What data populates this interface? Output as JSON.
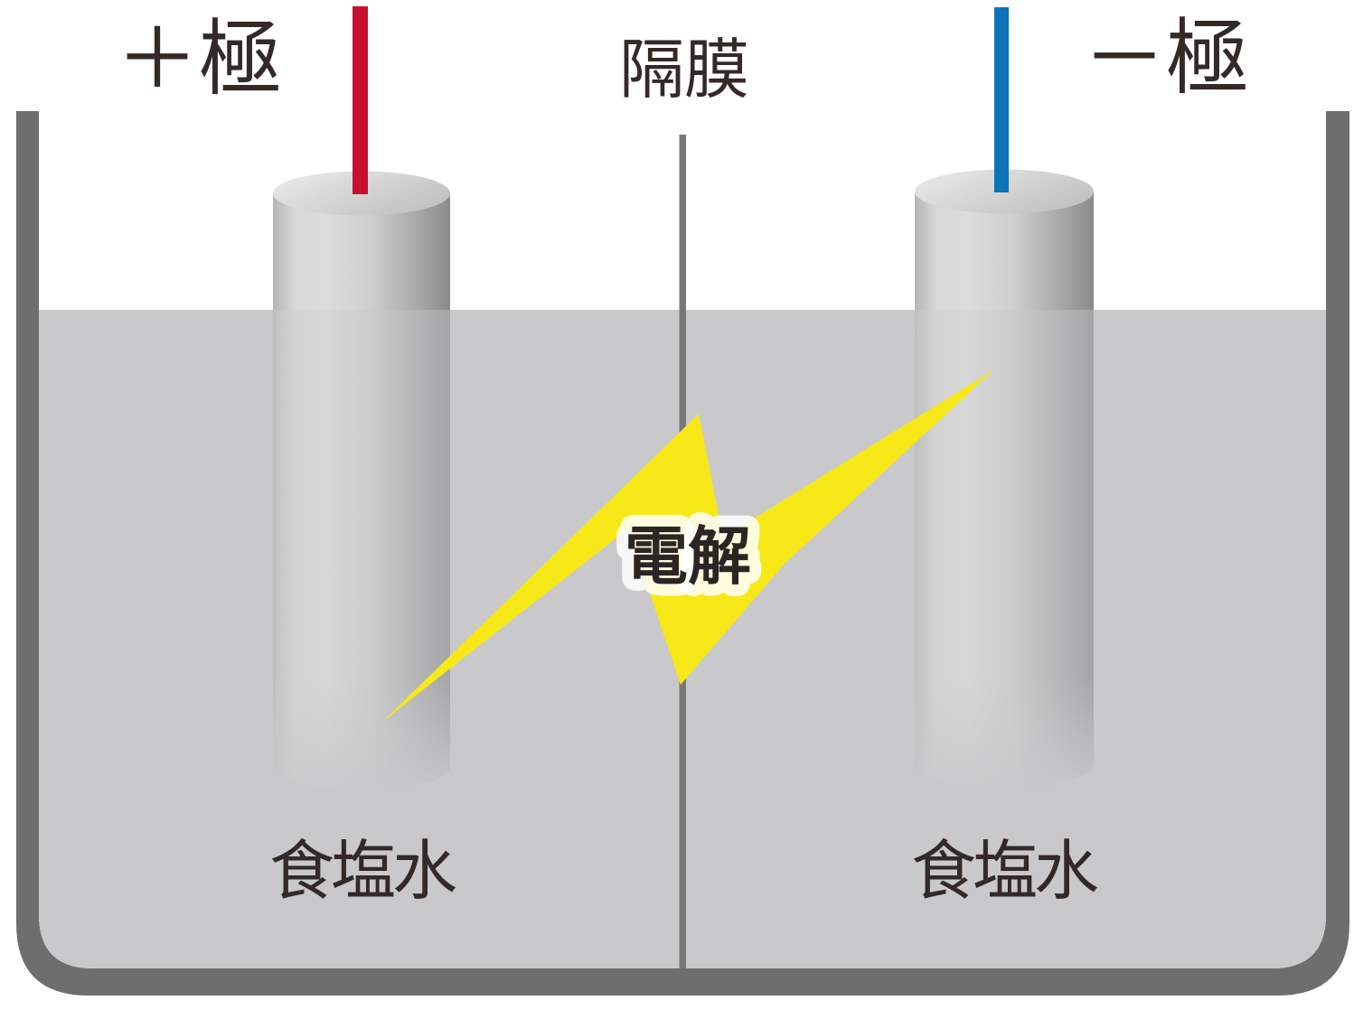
{
  "figure": {
    "type": "electrolysis-of-saltwater-diagram",
    "labels": {
      "positive_electrode": "＋極",
      "negative_electrode": "－極",
      "diaphragm": "隔膜",
      "electrolysis": "電解",
      "salt_water_left": "食塩水",
      "salt_water_right": "食塩水"
    },
    "colors": {
      "background": "#ffffff",
      "beaker_wall": "#6e6e6e",
      "salt_water": "#c9c9cb",
      "diaphragm_line": "#787878",
      "lightning": "#f7e917",
      "positive_wire": "#c8102e",
      "negative_wire": "#0e72b8",
      "label_text": "#332a28",
      "electrolysis_text": "#2b2523",
      "halo": "rgba(255,255,255,0.85)"
    }
  }
}
